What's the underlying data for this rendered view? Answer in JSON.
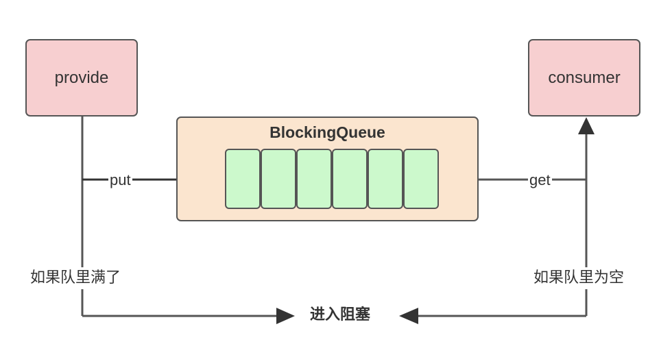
{
  "provider": {
    "label": "provide"
  },
  "consumer": {
    "label": "consumer"
  },
  "queue": {
    "title": "BlockingQueue",
    "slot_count": 6
  },
  "edges": {
    "put": "put",
    "get": "get",
    "full_condition": "如果队里满了",
    "empty_condition": "如果队里为空",
    "blocked": "进入阻塞"
  },
  "colors": {
    "node_fill": "#f7cfd0",
    "queue_fill": "#fbe5cf",
    "slot_fill": "#ccf9cc",
    "stroke": "#555555"
  }
}
